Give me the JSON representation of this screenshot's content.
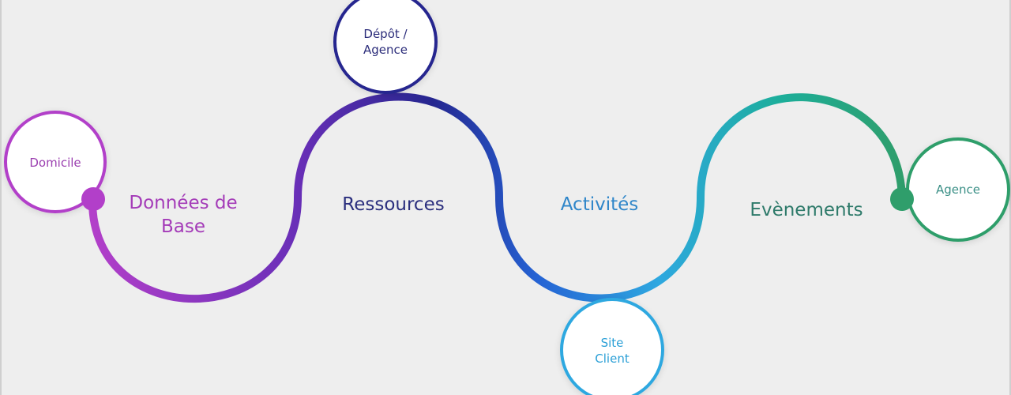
{
  "colors": {
    "background": "#eeeeee",
    "purple": "#b23fc9",
    "violet": "#6a2fb8",
    "navy": "#25268f",
    "blue": "#2563d4",
    "sky": "#2ea8e0",
    "teal": "#1cae9a",
    "green": "#2f9e6b"
  },
  "nodes": {
    "domicile": {
      "label": "Domicile"
    },
    "depot": {
      "line1": "Dépôt /",
      "line2": "Agence"
    },
    "site_client": {
      "line1": "Site",
      "line2": "Client"
    },
    "agence": {
      "label": "Agence"
    }
  },
  "stages": {
    "donnees": {
      "line1": "Données de",
      "line2": "Base"
    },
    "ressources": {
      "label": "Ressources"
    },
    "activites": {
      "label": "Activités"
    },
    "evenements": {
      "label": "Evènements"
    }
  }
}
